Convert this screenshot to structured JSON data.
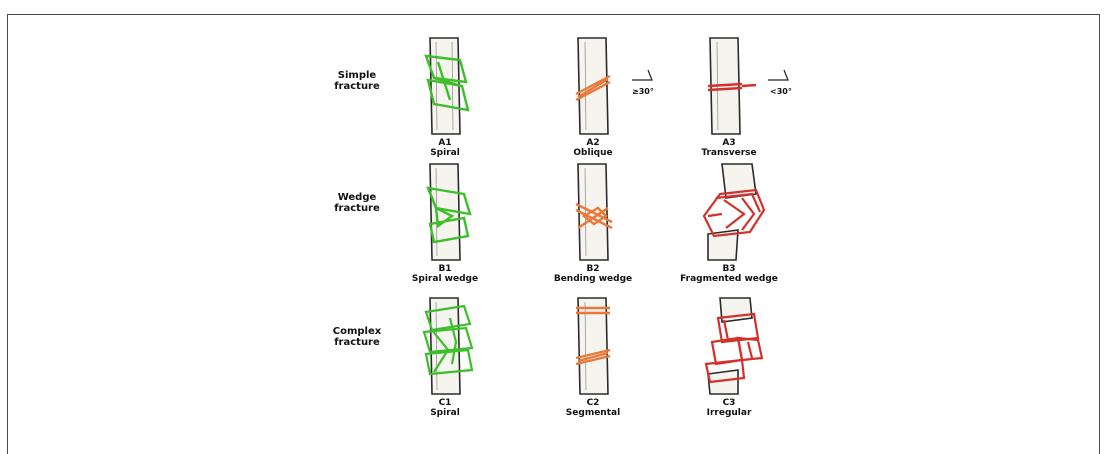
{
  "colors": {
    "type_a_b_c1": "#3cbf2a",
    "type_a2_b2_c2": "#e8793a",
    "type_a3_b3_c3": "#d3312c",
    "bone_outline": "#2b2b2b"
  },
  "rows": [
    {
      "label_line1": "Simple",
      "label_line2": "fracture",
      "cells": [
        {
          "code": "A1",
          "name": "Spiral",
          "color": "#3cbf2a"
        },
        {
          "code": "A2",
          "name": "Oblique",
          "color": "#e8793a",
          "angle": "≥30°"
        },
        {
          "code": "A3",
          "name": "Transverse",
          "color": "#d3312c",
          "angle": "<30°"
        }
      ]
    },
    {
      "label_line1": "Wedge",
      "label_line2": "fracture",
      "cells": [
        {
          "code": "B1",
          "name": "Spiral wedge",
          "color": "#3cbf2a"
        },
        {
          "code": "B2",
          "name": "Bending wedge",
          "color": "#e8793a"
        },
        {
          "code": "B3",
          "name": "Fragmented wedge",
          "color": "#d3312c"
        }
      ]
    },
    {
      "label_line1": "Complex",
      "label_line2": "fracture",
      "cells": [
        {
          "code": "C1",
          "name": "Spiral",
          "color": "#3cbf2a"
        },
        {
          "code": "C2",
          "name": "Segmental",
          "color": "#e8793a"
        },
        {
          "code": "C3",
          "name": "Irregular",
          "color": "#d3312c"
        }
      ]
    }
  ]
}
